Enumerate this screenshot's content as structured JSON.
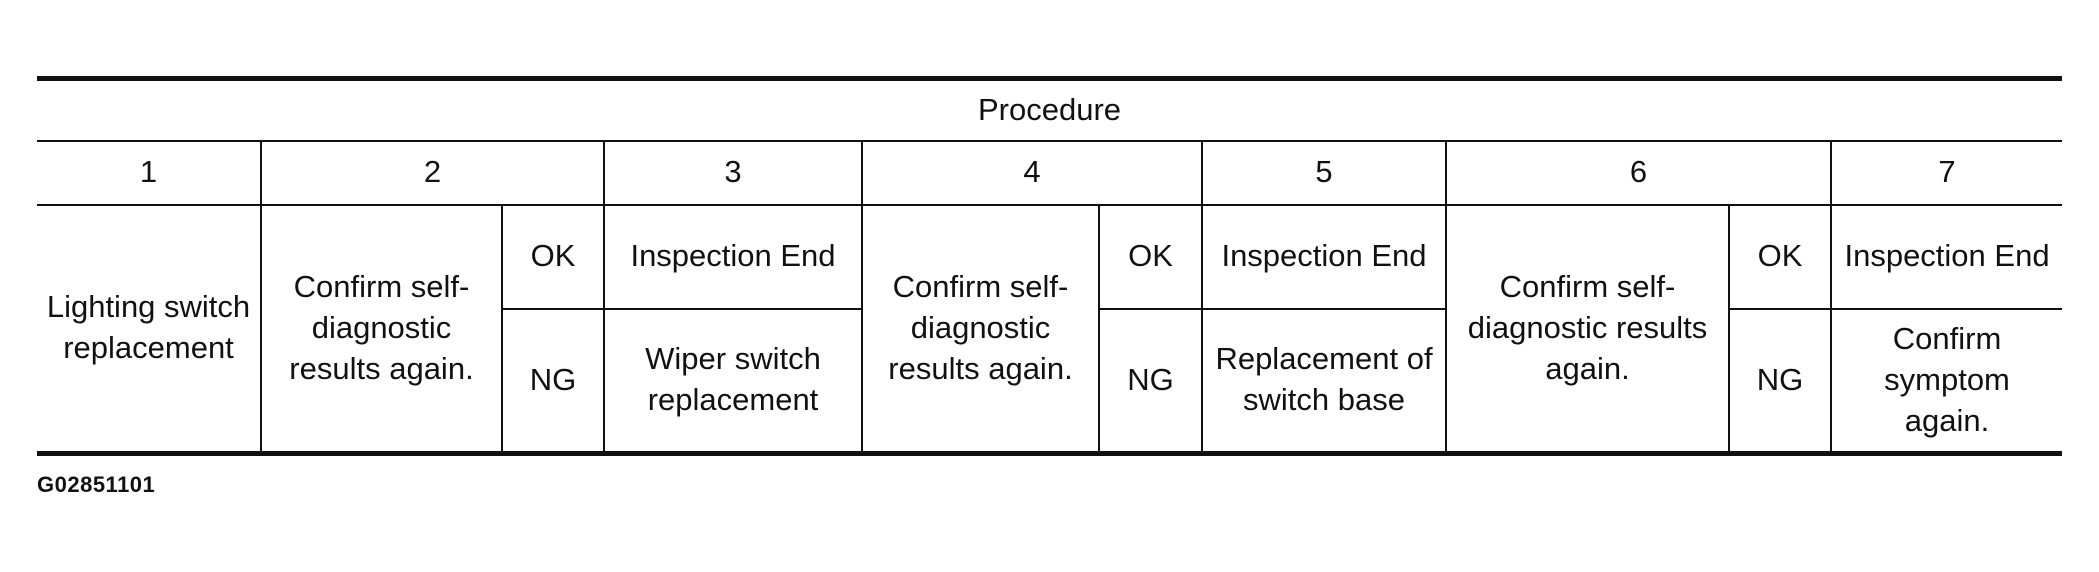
{
  "table": {
    "header": "Procedure",
    "step_numbers": [
      "1",
      "2",
      "3",
      "4",
      "5",
      "6",
      "7"
    ],
    "step1_action": "Lighting switch replacement",
    "step2_action": "Confirm self-diagnostic results again.",
    "step4_action": "Confirm self-diagnostic results again.",
    "step6_action": "Confirm self-diagnostic results again.",
    "ok_label": "OK",
    "ng_label": "NG",
    "step3_ok": "Inspection End",
    "step3_ng": "Wiper switch replacement",
    "step5_ok": "Inspection End",
    "step5_ng": "Replacement of switch base",
    "step7_ok": "Inspection End",
    "step7_ng": "Confirm symptom again."
  },
  "figure_id": "G02851101"
}
